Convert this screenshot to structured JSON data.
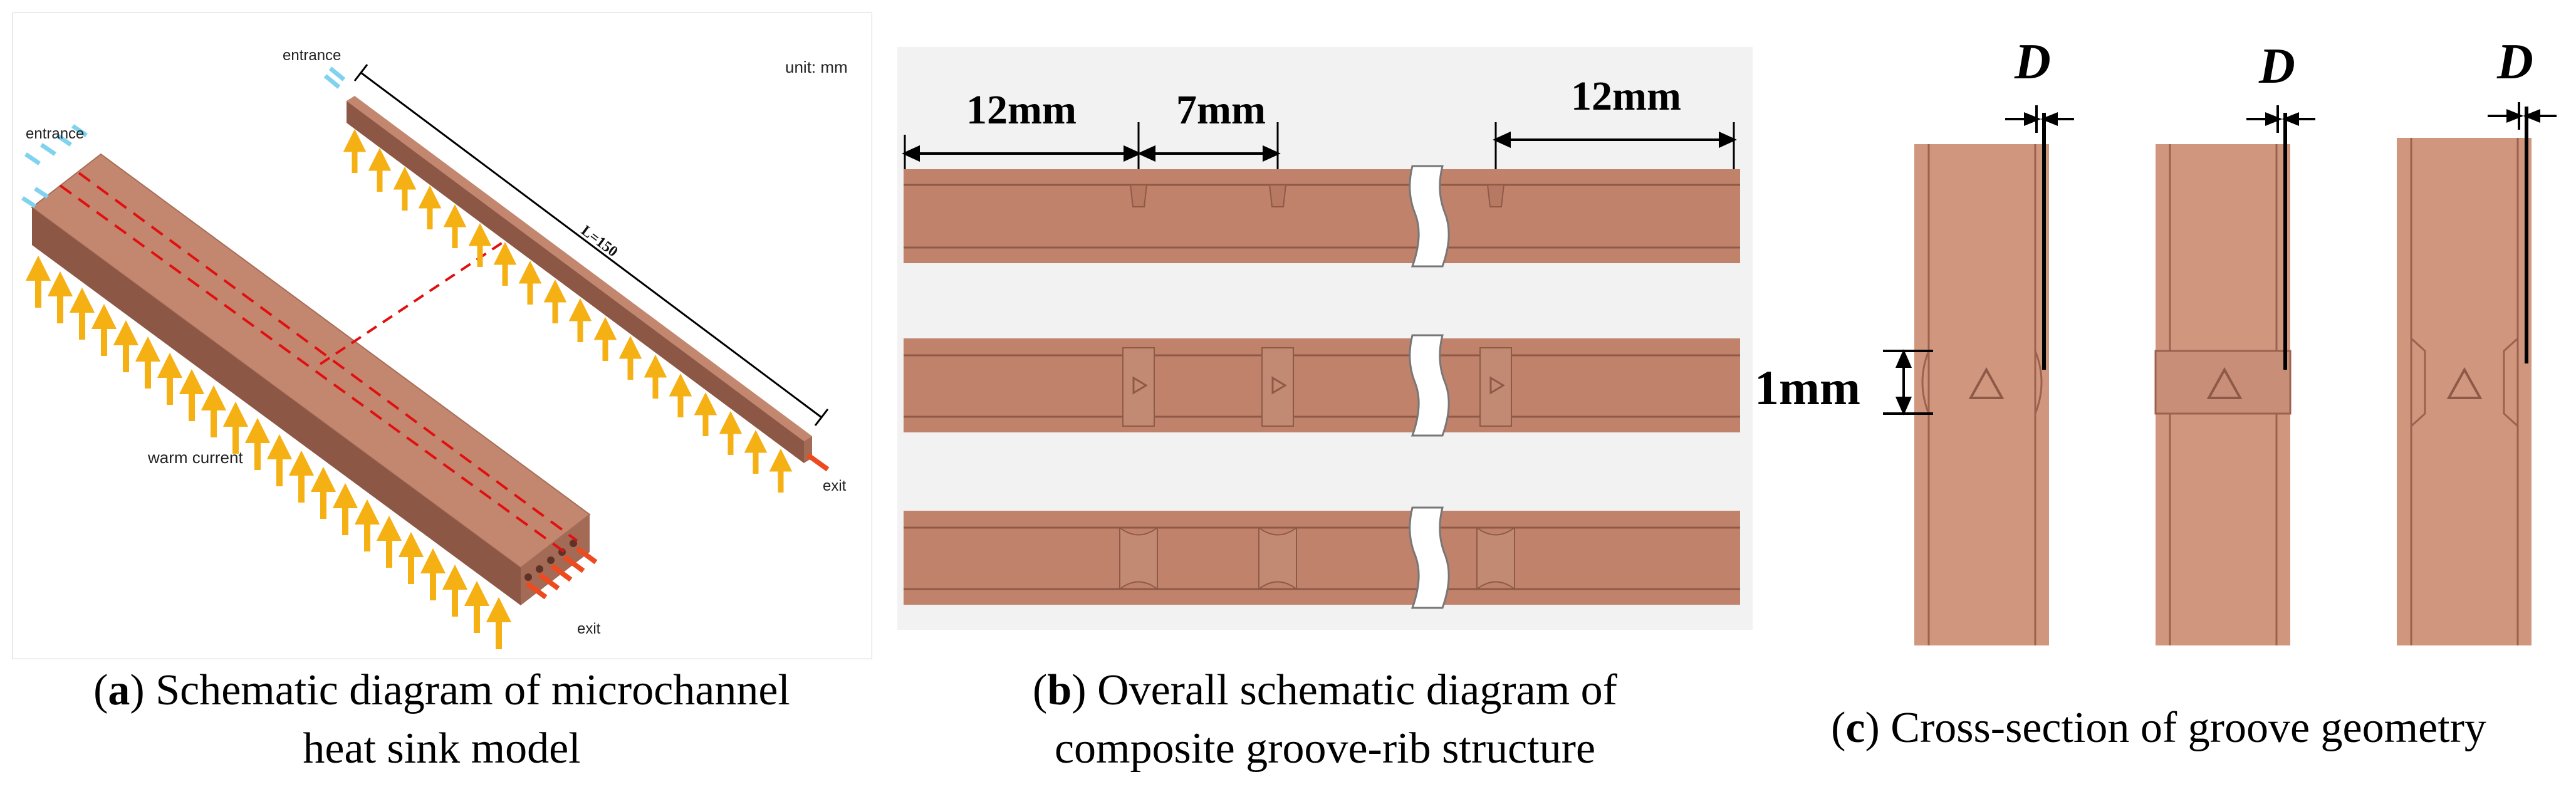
{
  "panel_a": {
    "entrance_top": "entrance",
    "entrance_left": "entrance",
    "unit": "unit: mm",
    "length": "L=150",
    "warm_current": "warm current",
    "exit_right": "exit",
    "exit_bottom": "exit"
  },
  "panel_b": {
    "dim1": "12mm",
    "dim2": "7mm",
    "dim3": "12mm"
  },
  "panel_c": {
    "d1": "D",
    "d2": "D",
    "d3": "D",
    "height": "1mm"
  },
  "captions": {
    "a_letter": "a",
    "a_line1": "Schematic diagram of microchannel",
    "a_line2": "heat sink model",
    "b_letter": "b",
    "b_line1": "Overall schematic diagram of",
    "b_line2": "composite groove-rib structure",
    "c_letter": "c",
    "c_line1": "Cross-section of groove geometry"
  },
  "colors": {
    "copper": "#c0826b",
    "copper_dark": "#9c624e",
    "copper_side": "#8a5442",
    "arrow_heat": "#f5b014",
    "arrow_cold": "#7fd3ee",
    "arrow_exit": "#ee4a20",
    "dashed_red": "#e01010"
  }
}
